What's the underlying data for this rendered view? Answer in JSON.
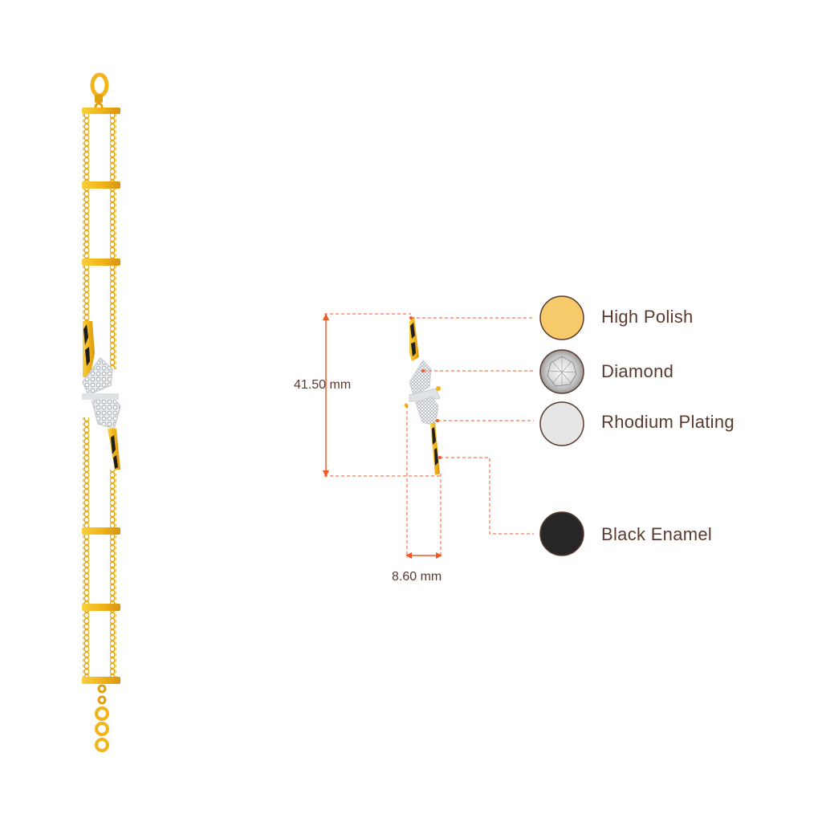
{
  "dimensions": {
    "height_label": "41.50 mm",
    "width_label": "8.60 mm"
  },
  "legend": {
    "items": [
      {
        "label": "High Polish",
        "swatch": "#f6c96a",
        "icon": "high-polish-swatch"
      },
      {
        "label": "Diamond",
        "swatch": "#e9e9e9",
        "icon": "diamond-swatch"
      },
      {
        "label": "Rhodium Plating",
        "swatch": "#e6e6e6",
        "icon": "rhodium-swatch"
      },
      {
        "label": "Black Enamel",
        "swatch": "#262626",
        "icon": "black-enamel-swatch"
      }
    ]
  },
  "colors": {
    "gold": "#f2b418",
    "gold_dark": "#c98a0a",
    "guide": "#f05a28",
    "text": "#5a3a2e",
    "swatch_border": "#5a3a2e"
  }
}
